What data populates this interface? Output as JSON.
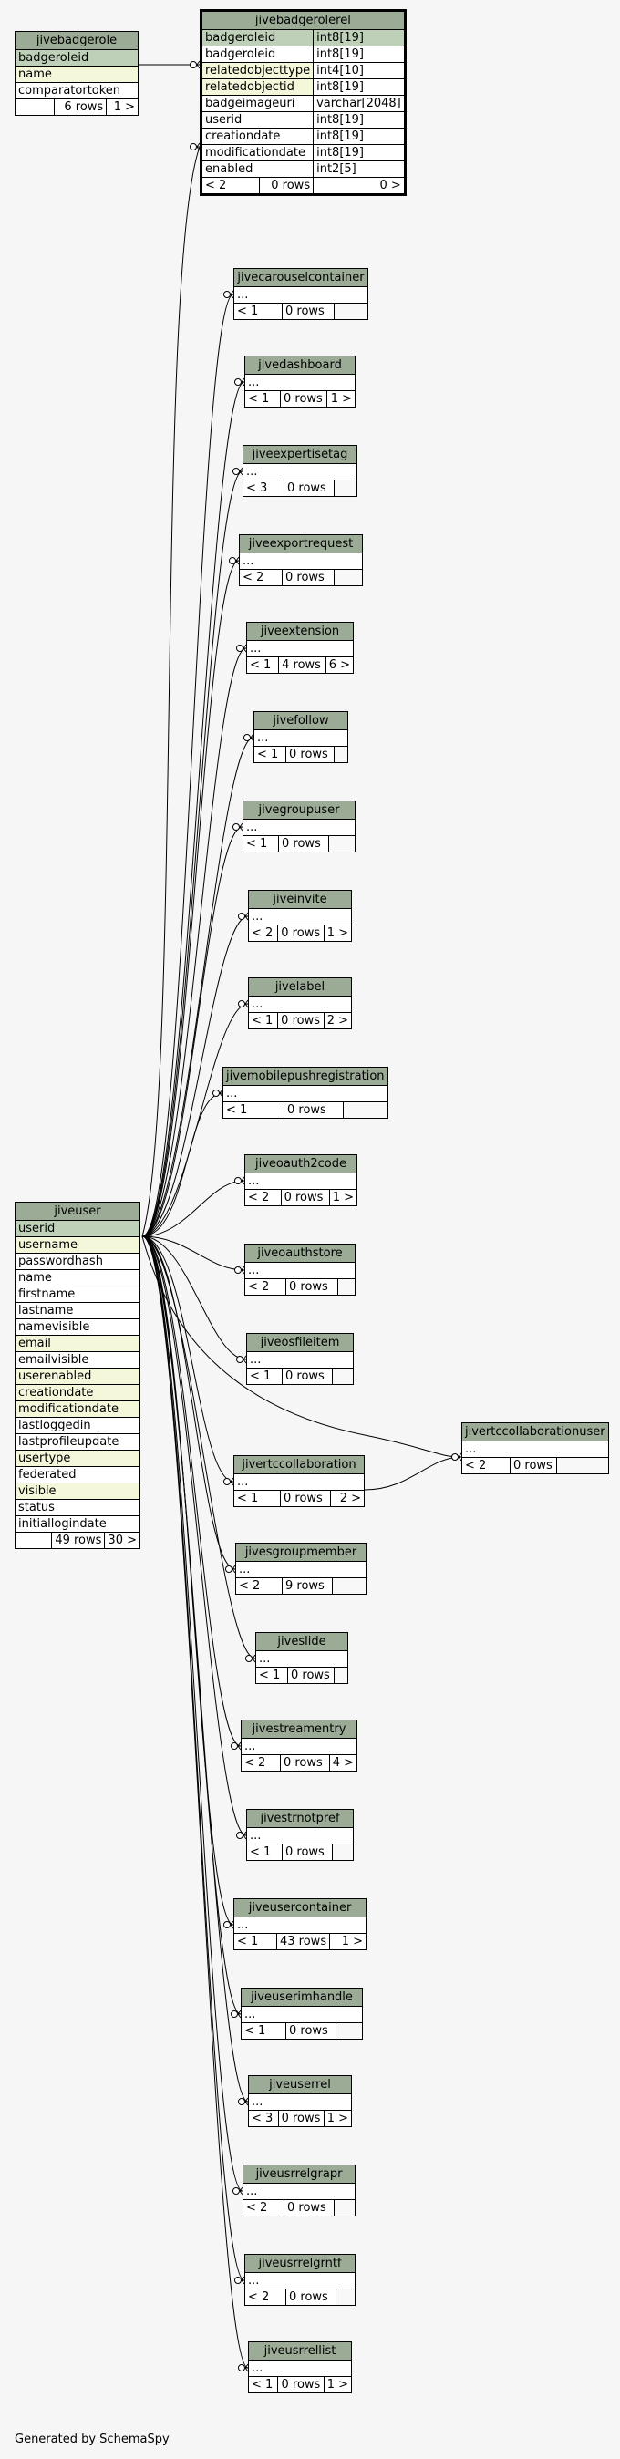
{
  "footer": "Generated by SchemaSpy",
  "tables": {
    "jivebadgerole": {
      "name": "jivebadgerole",
      "columns": [
        {
          "name": "badgeroleid",
          "type": ""
        },
        {
          "name": "name",
          "type": ""
        },
        {
          "name": "comparatortoken",
          "type": ""
        }
      ],
      "footer": [
        "",
        "6 rows",
        "1 >"
      ]
    },
    "jivebadgerolerel": {
      "name": "jivebadgerolerel",
      "columns": [
        {
          "name": "badgeroleid",
          "type": "int8[19]"
        },
        {
          "name": "badgeroleid",
          "type": "int8[19]"
        },
        {
          "name": "relatedobjecttype",
          "type": "int4[10]"
        },
        {
          "name": "relatedobjectid",
          "type": "int8[19]"
        },
        {
          "name": "badgeimageuri",
          "type": "varchar[2048]"
        },
        {
          "name": "userid",
          "type": "int8[19]"
        },
        {
          "name": "creationdate",
          "type": "int8[19]"
        },
        {
          "name": "modificationdate",
          "type": "int8[19]"
        },
        {
          "name": "enabled",
          "type": "int2[5]"
        }
      ],
      "footer": [
        "< 2",
        "0 rows",
        "0 >"
      ]
    },
    "jiveuser": {
      "name": "jiveuser",
      "columns": [
        "userid",
        "username",
        "passwordhash",
        "name",
        "firstname",
        "lastname",
        "namevisible",
        "email",
        "emailvisible",
        "userenabled",
        "creationdate",
        "modificationdate",
        "lastloggedin",
        "lastprofileupdate",
        "usertype",
        "federated",
        "visible",
        "status",
        "initiallogindate"
      ],
      "footer": [
        "",
        "49 rows",
        "30 >"
      ]
    },
    "jivertccollaborationuser": {
      "name": "jivertccollaborationuser",
      "ellipsis": "...",
      "footer": [
        "< 2",
        "0 rows",
        ""
      ]
    },
    "children": [
      {
        "name": "jivecarouselcontainer",
        "ellipsis": "...",
        "footer": [
          "< 1",
          "0 rows",
          ""
        ]
      },
      {
        "name": "jivedashboard",
        "ellipsis": "...",
        "footer": [
          "< 1",
          "0 rows",
          "1 >"
        ]
      },
      {
        "name": "jiveexpertisetag",
        "ellipsis": "...",
        "footer": [
          "< 3",
          "0 rows",
          ""
        ]
      },
      {
        "name": "jiveexportrequest",
        "ellipsis": "...",
        "footer": [
          "< 2",
          "0 rows",
          ""
        ]
      },
      {
        "name": "jiveextension",
        "ellipsis": "...",
        "footer": [
          "< 1",
          "4 rows",
          "6 >"
        ]
      },
      {
        "name": "jivefollow",
        "ellipsis": "...",
        "footer": [
          "< 1",
          "0 rows",
          ""
        ]
      },
      {
        "name": "jivegroupuser",
        "ellipsis": "...",
        "footer": [
          "< 1",
          "0 rows",
          ""
        ]
      },
      {
        "name": "jiveinvite",
        "ellipsis": "...",
        "footer": [
          "< 2",
          "0 rows",
          "1 >"
        ]
      },
      {
        "name": "jivelabel",
        "ellipsis": "...",
        "footer": [
          "< 1",
          "0 rows",
          "2 >"
        ]
      },
      {
        "name": "jivemobilepushregistration",
        "ellipsis": "...",
        "footer": [
          "< 1",
          "0 rows",
          ""
        ]
      },
      {
        "name": "jiveoauth2code",
        "ellipsis": "...",
        "footer": [
          "< 2",
          "0 rows",
          "1 >"
        ]
      },
      {
        "name": "jiveoauthstore",
        "ellipsis": "...",
        "footer": [
          "< 2",
          "0 rows",
          ""
        ]
      },
      {
        "name": "jiveosfileitem",
        "ellipsis": "...",
        "footer": [
          "< 1",
          "0 rows",
          ""
        ]
      },
      {
        "name": "jivertccollaboration",
        "ellipsis": "...",
        "footer": [
          "< 1",
          "0 rows",
          "2 >"
        ]
      },
      {
        "name": "jivesgroupmember",
        "ellipsis": "...",
        "footer": [
          "< 2",
          "9 rows",
          ""
        ]
      },
      {
        "name": "jiveslide",
        "ellipsis": "...",
        "footer": [
          "< 1",
          "0 rows",
          ""
        ]
      },
      {
        "name": "jivestreamentry",
        "ellipsis": "...",
        "footer": [
          "< 2",
          "0 rows",
          "4 >"
        ]
      },
      {
        "name": "jivestrnotpref",
        "ellipsis": "...",
        "footer": [
          "< 1",
          "0 rows",
          ""
        ]
      },
      {
        "name": "jiveusercontainer",
        "ellipsis": "...",
        "footer": [
          "< 1",
          "43 rows",
          "1 >"
        ]
      },
      {
        "name": "jiveuserimhandle",
        "ellipsis": "...",
        "footer": [
          "< 1",
          "0 rows",
          ""
        ]
      },
      {
        "name": "jiveuserrel",
        "ellipsis": "...",
        "footer": [
          "< 3",
          "0 rows",
          "1 >"
        ]
      },
      {
        "name": "jiveusrrelgrapr",
        "ellipsis": "...",
        "footer": [
          "< 2",
          "0 rows",
          ""
        ]
      },
      {
        "name": "jiveusrrelgrntf",
        "ellipsis": "...",
        "footer": [
          "< 2",
          "0 rows",
          ""
        ]
      },
      {
        "name": "jiveusrrellist",
        "ellipsis": "...",
        "footer": [
          "< 1",
          "0 rows",
          "1 >"
        ]
      }
    ]
  },
  "colors": {
    "header": "#9bab96",
    "primary_key": "#bed1b8",
    "indexed": "#f4f7da",
    "background": "#f6f6f6"
  }
}
